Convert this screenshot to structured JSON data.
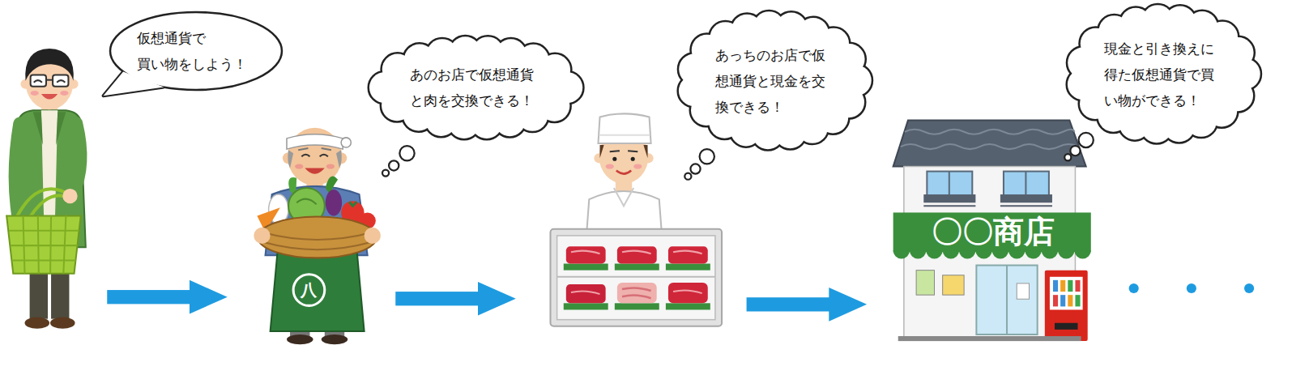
{
  "diagram": {
    "nodes": [
      {
        "text": [
          "仮想通貨で 買い物をしよう！"
        ]
      },
      {
        "text": [
          "あのお店で仮想通貨 と肉を交換できる！"
        ]
      },
      {
        "text": [
          "あっちのお店で仮 想通貨と現金を交 換できる！"
        ]
      },
      {
        "text": [
          "現金と引き換えに 得た仮想通貨で買 い物ができる！"
        ]
      }
    ],
    "labels": [
      "八",
      "〇〇商店"
    ]
  }
}
